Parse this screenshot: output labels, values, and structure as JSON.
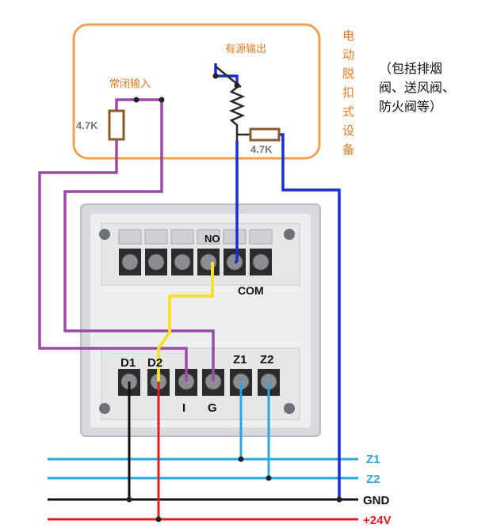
{
  "device_box": {
    "title_chars": [
      "电",
      "动",
      "脱",
      "扣",
      "式",
      "设",
      "备"
    ],
    "active_output_label": "有源输出",
    "nc_input_label": "常闭输入",
    "resistor_left": "4.7K",
    "resistor_right": "4.7K"
  },
  "note": {
    "lines": [
      "（包括排烟",
      "阀、送风阀、",
      "防火阀等）"
    ]
  },
  "module": {
    "no_label": "NO",
    "com_label": "COM",
    "terminal_labels": [
      "D1",
      "D2",
      "Z1",
      "Z2"
    ],
    "bottom_labels": [
      "I",
      "G"
    ]
  },
  "bus_lines": [
    {
      "name": "Z1",
      "color": "#2aa6e0"
    },
    {
      "name": "Z2",
      "color": "#2aa6e0"
    },
    {
      "name": "GND",
      "color": "#111111"
    },
    {
      "name": "+24V",
      "color": "#e21b23"
    }
  ],
  "colors": {
    "device_box": "#f0a050",
    "device_text": "#e07a20",
    "purple": "#9b4aa8",
    "blue": "#1a2fd0",
    "yellow": "#f5e12a",
    "red": "#e21b23",
    "black": "#111111",
    "cyan": "#2aa6e0"
  }
}
